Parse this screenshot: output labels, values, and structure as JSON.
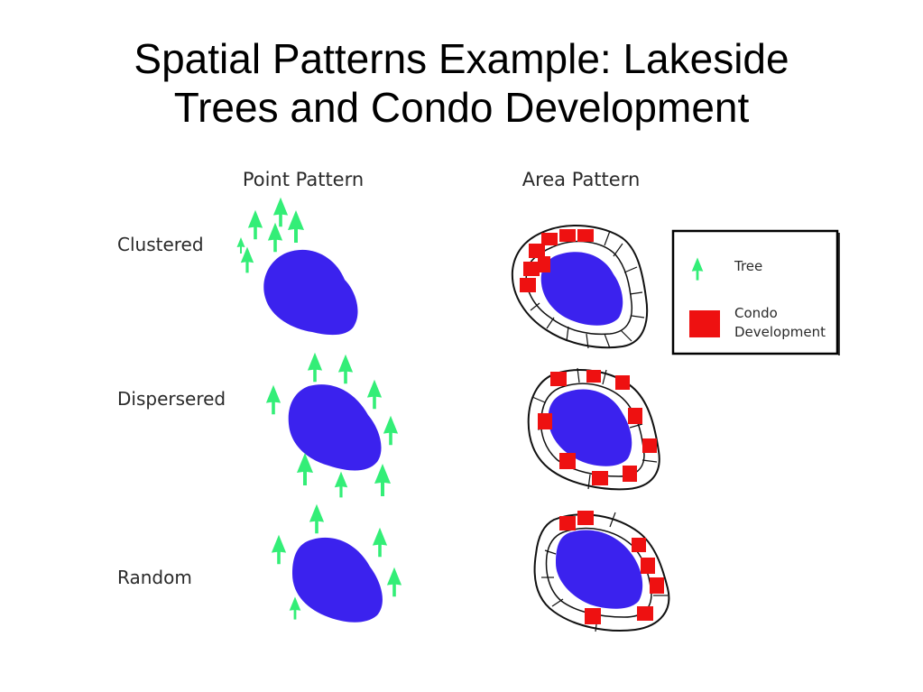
{
  "slide": {
    "title_line1": "Spatial Patterns Example: Lakeside",
    "title_line2": "Trees and Condo Development"
  },
  "columns": {
    "point": "Point Pattern",
    "area": "Area Pattern"
  },
  "rows": [
    {
      "label": "Clustered"
    },
    {
      "label": "Dispersered"
    },
    {
      "label": "Random"
    }
  ],
  "legend": {
    "tree": "Tree",
    "condo_line1": "Condo",
    "condo_line2": "Development"
  },
  "colors": {
    "lake": "#3b22ee",
    "tree": "#33ee77",
    "condo": "#ee1111",
    "outline": "#111111"
  }
}
